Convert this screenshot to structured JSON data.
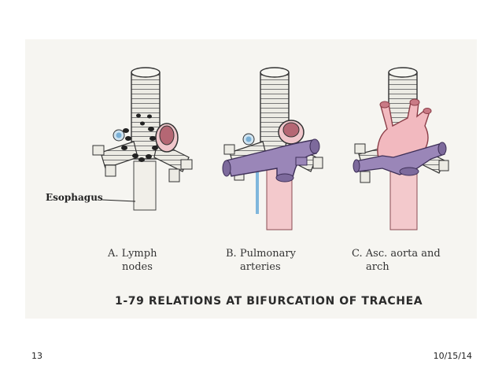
{
  "figure": {
    "panels": [
      {
        "letter": "A.",
        "line1": "Lymph",
        "line2": "nodes"
      },
      {
        "letter": "B.",
        "line1": "Pulmonary",
        "line2": "arteries"
      },
      {
        "letter": "C.",
        "line1": "Asc. aorta and",
        "line2": "arch"
      }
    ],
    "esophagus_label": "Esophagus",
    "title": "1-79  RELATIONS AT BIFURCATION OF TRACHEA"
  },
  "footer": {
    "slide_number": "13",
    "date": "10/15/14"
  },
  "colors": {
    "trachea": "#eae8e0",
    "esophagus": "#f3c9cc",
    "pulmonary_artery": "#9a86b8",
    "aorta": "#f2b9bf",
    "lymph_node": "#222222"
  }
}
